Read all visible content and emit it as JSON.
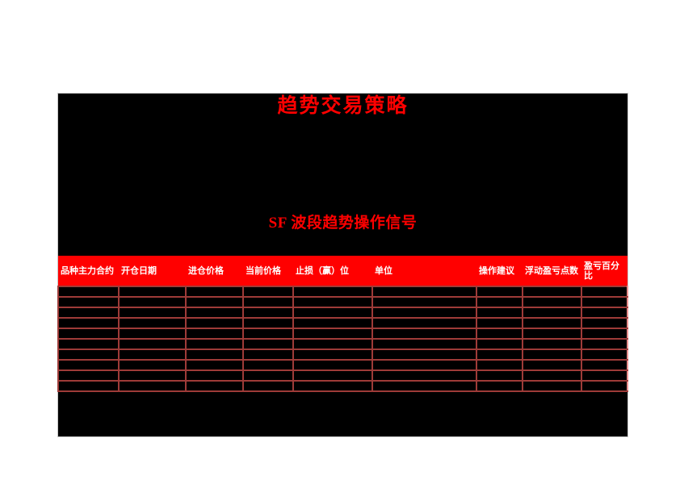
{
  "document": {
    "title": "趋势交易策略",
    "section_title": "SF 波段趋势操作信号"
  },
  "signal_table": {
    "columns": [
      {
        "label": "品种主力合约",
        "width": 75
      },
      {
        "label": "开仓日期",
        "width": 83
      },
      {
        "label": "进仓价格",
        "width": 71
      },
      {
        "label": "当前价格",
        "width": 62
      },
      {
        "label": "止损（赢）位",
        "width": 98
      },
      {
        "label": "单位",
        "width": 129
      },
      {
        "label": "操作建议",
        "width": 57
      },
      {
        "label": "浮动盈亏点数",
        "width": 73
      },
      {
        "label": "盈亏百分比",
        "width": 57
      }
    ],
    "empty_row_count": 10,
    "cell_value_placeholder": ""
  },
  "colors": {
    "page_background": "#ffffff",
    "canvas_background": "#000000",
    "title_red": "#ff0000",
    "header_background": "#ff0000",
    "header_text": "#ffffff",
    "grid_line": "#9e3b38",
    "table_outer_right": "#e8908e",
    "canvas_edge": "#c8c8c8"
  }
}
